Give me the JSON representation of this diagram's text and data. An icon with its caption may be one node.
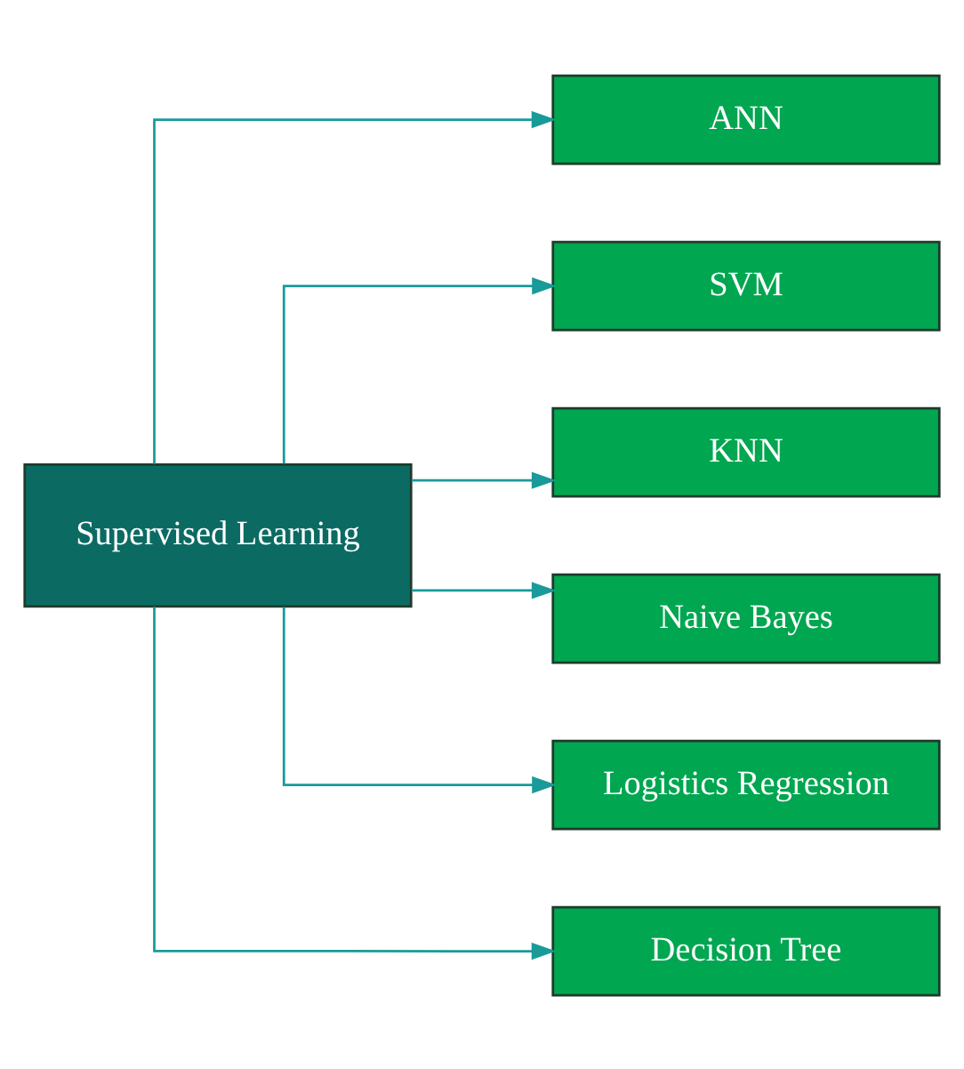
{
  "diagram": {
    "nodes": [
      {
        "text": [
          "Supervised Learning"
        ]
      },
      {
        "text": [
          "ANN"
        ]
      },
      {
        "text": [
          "SVM"
        ]
      },
      {
        "text": [
          "KNN"
        ]
      },
      {
        "text": [
          "Naive Bayes"
        ]
      },
      {
        "text": [
          "Logistics Regression"
        ]
      },
      {
        "text": [
          "Decision Tree"
        ]
      }
    ],
    "edges": [
      {
        "from": 0,
        "to": 1,
        "arrow": "to"
      },
      {
        "from": 0,
        "to": 2,
        "arrow": "to"
      },
      {
        "from": 0,
        "to": 3,
        "arrow": "to"
      },
      {
        "from": 0,
        "to": 4,
        "arrow": "to"
      },
      {
        "from": 0,
        "to": 5,
        "arrow": "to"
      },
      {
        "from": 0,
        "to": 6,
        "arrow": "to"
      }
    ]
  }
}
